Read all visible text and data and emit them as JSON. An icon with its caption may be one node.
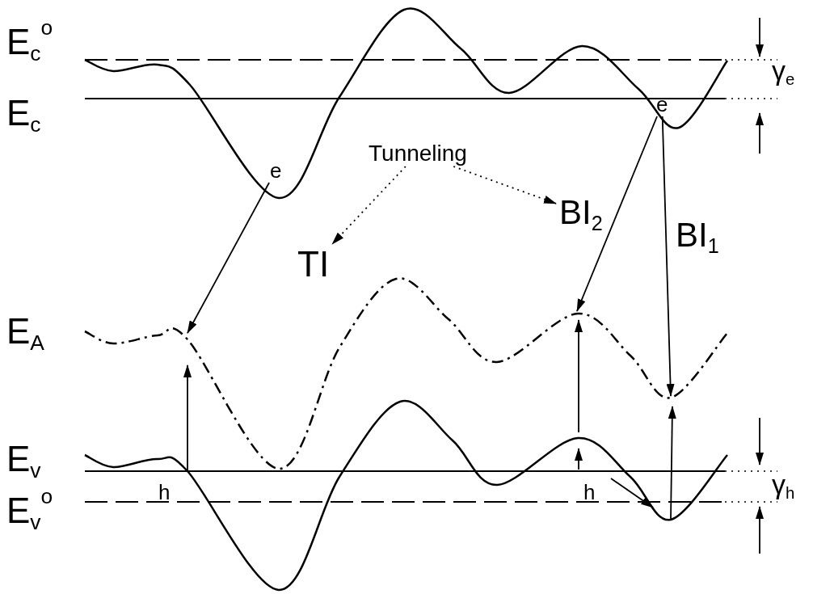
{
  "diagram": {
    "nodes": [
      {
        "text": [
          "e"
        ]
      },
      {
        "text": [
          "e"
        ]
      },
      {
        "text": [
          "h"
        ]
      },
      {
        "text": [
          "h"
        ]
      },
      {
        "text": [
          "Tunneling"
        ]
      },
      {
        "text": [
          "TI"
        ]
      },
      {
        "text": [
          "BI$_{2}$"
        ]
      }
    ],
    "edges": [
      {
        "from": 0,
        "to": null,
        "arrow": "to"
      },
      {
        "from": 1,
        "to": null,
        "arrow": "to"
      },
      {
        "from": 1,
        "to": null,
        "arrow": "to"
      },
      {
        "from": 4,
        "to": 5,
        "arrow": "to",
        "style": "dashed"
      },
      {
        "from": 4,
        "to": 6,
        "arrow": "to",
        "style": "dashed"
      }
    ],
    "labels": [
      "E$_{c}$$^{o}$",
      "γ$_{e}$",
      "E$_{c}$",
      "BI$_{1}$",
      "E$_{A}$",
      "E$_{v}$",
      "γ$_{h}$",
      "E$_{v}$$^{o}$"
    ]
  }
}
